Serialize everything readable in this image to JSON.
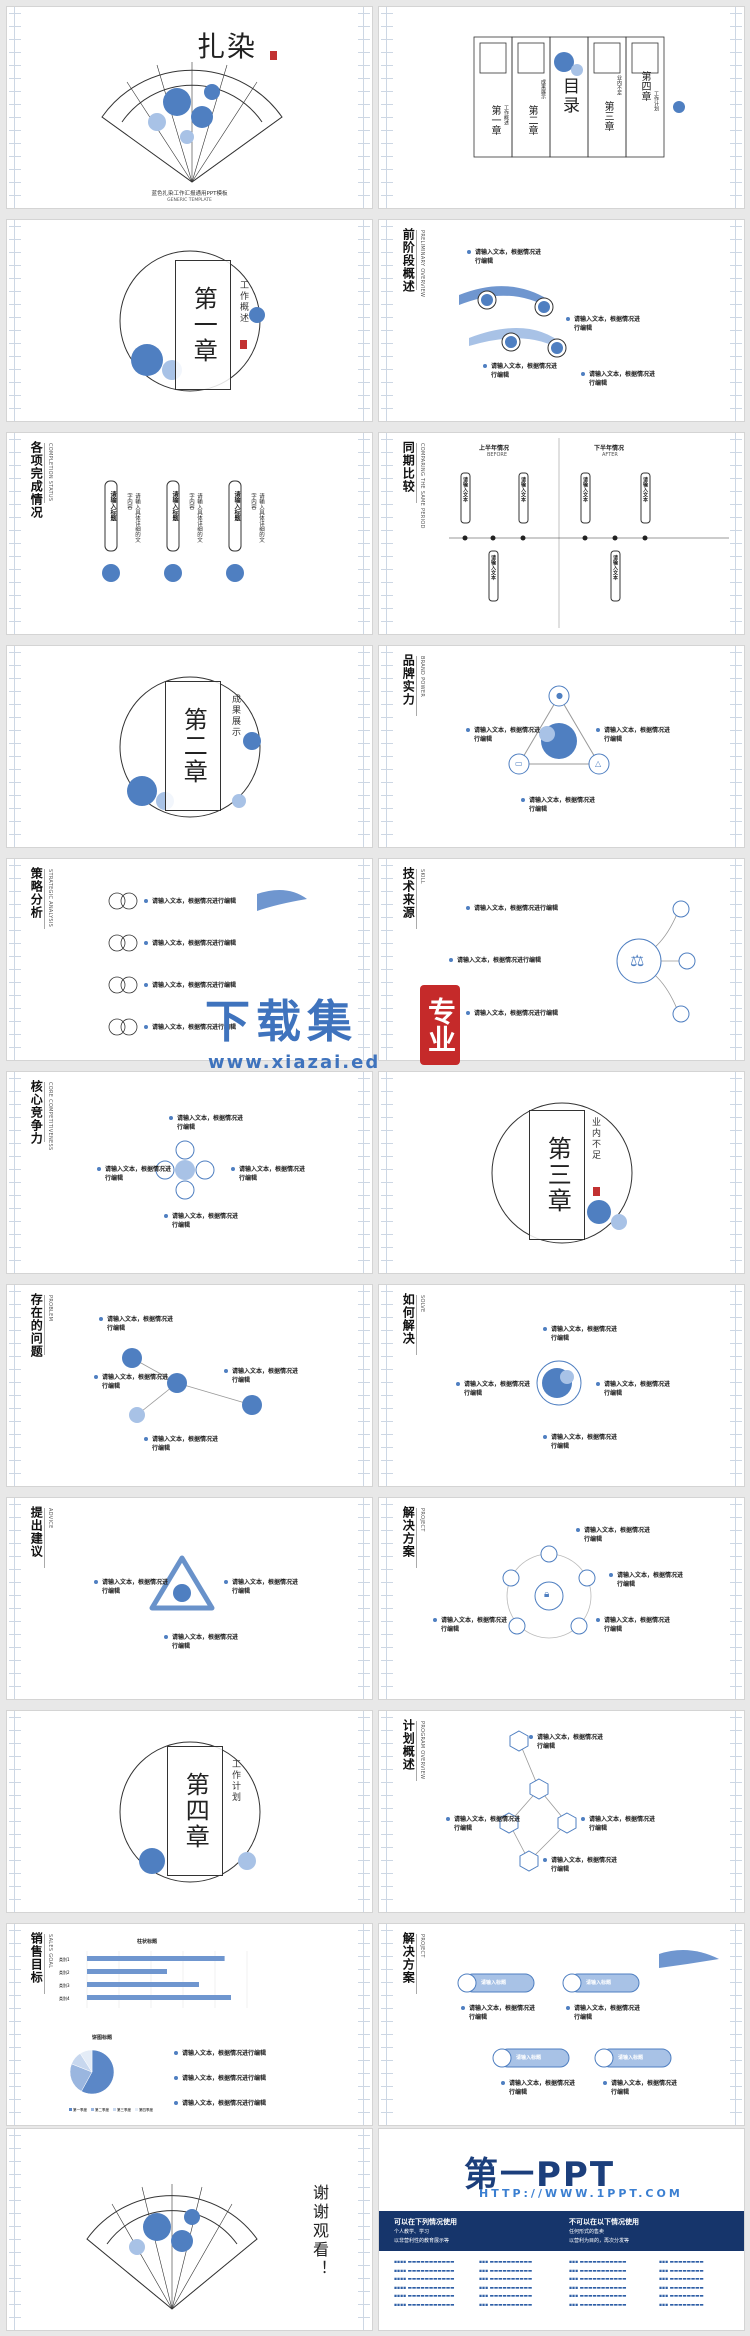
{
  "cover": {
    "title": "扎染",
    "subtitle_cn": "蓝色扎染工作汇报通用PPT模板",
    "subtitle_en": "GENERIC TEMPLATE"
  },
  "toc": {
    "title": "目录",
    "items": [
      {
        "num": "第一章",
        "sub": "工作概述"
      },
      {
        "num": "第二章",
        "sub": "成果展示"
      },
      {
        "num": "第三章",
        "sub": "业内不足"
      },
      {
        "num": "第四章",
        "sub": "工作计划"
      }
    ]
  },
  "placeholder": "请输入文本，根据情况进行编辑",
  "placeholder_short": "请输入文本",
  "placeholder_title": "请输入标题",
  "placeholder_body": "请输入具体详细的文字内容",
  "slides": {
    "ch1": {
      "num": "第一章",
      "sub": "工作概述"
    },
    "ch2": {
      "num": "第二章",
      "sub": "成果展示"
    },
    "ch3": {
      "num": "第三章",
      "sub": "业内不足"
    },
    "ch4": {
      "num": "第四章",
      "sub": "工作计划"
    },
    "s_front": {
      "title": "前阶段概述",
      "sub": "PRELIMINARY OVERVIEW"
    },
    "s_done": {
      "title": "各项完成情况",
      "sub": "COMPLETION STATUS"
    },
    "s_compare": {
      "title": "同期比较",
      "sub": "COMPARING THE SAME PERIOD",
      "h1": "上半年情况",
      "h1en": "BEFORE",
      "h2": "下半年情况",
      "h2en": "AFTER"
    },
    "s_brand": {
      "title": "品牌实力",
      "sub": "BRAND POWER"
    },
    "s_strategy": {
      "title": "策略分析",
      "sub": "STRATEGIC ANALYSIS"
    },
    "s_tech": {
      "title": "技术来源",
      "sub": "SKILL"
    },
    "s_core": {
      "title": "核心竞争力",
      "sub": "CORE COMPETITIVENESS"
    },
    "s_problem": {
      "title": "存在的问题",
      "sub": "PROBLEM"
    },
    "s_solve": {
      "title": "如何解决",
      "sub": "SOLVE"
    },
    "s_suggest": {
      "title": "提出建议",
      "sub": "ADVICE"
    },
    "s_plan": {
      "title": "解决方案",
      "sub": "PROJECT"
    },
    "s_overview": {
      "title": "计划概述",
      "sub": "PROGRAM OVERVIEW"
    },
    "s_sales": {
      "title": "销售目标",
      "sub": "SALES GOAL",
      "bar_title": "柱状标题",
      "pie_title": "饼图标题"
    },
    "s_plan2": {
      "title": "解决方案",
      "sub": "PROJECT"
    }
  },
  "chart_data": [
    {
      "type": "bar",
      "title": "柱状标题",
      "categories": [
        "类别1",
        "类别2",
        "类别3",
        "类别4"
      ],
      "series": [
        {
          "values": [
            4.3,
            2.5,
            3.5,
            4.5
          ]
        }
      ],
      "xlim": [
        0,
        5
      ]
    },
    {
      "type": "pie",
      "title": "饼图标题",
      "categories": [
        "第一季度",
        "第二季度",
        "第三季度",
        "第四季度"
      ],
      "values": [
        58,
        23,
        10,
        9
      ]
    }
  ],
  "thanks": "谢谢观看！",
  "watermark": {
    "text": "下载集",
    "seal": "专业",
    "url": "www.xiazai.ed"
  },
  "brand": {
    "logo": "第一PPT",
    "url": "HTTP://WWW.1PPT.COM",
    "left_title": "可以在下列情况使用",
    "left_l1": "个人教学、学习",
    "left_l2": "以非营利性的教育展示等",
    "right_title": "不可以在以下情况使用",
    "right_l1": "任何形式的售卖",
    "right_l2": "以营利为目的，再次分发等"
  },
  "colors": {
    "accent": "#4f7fc1",
    "dark": "#16356b",
    "seal": "#c23131"
  }
}
